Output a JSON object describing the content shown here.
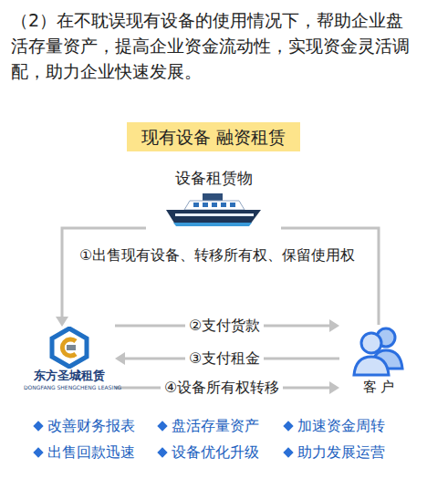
{
  "diagram": {
    "nodes": [
      {
        "text": [
          "现有设备 融资租赁"
        ]
      },
      {
        "text": [
          "设备租赁物"
        ]
      },
      {
        "text": [
          "东方圣城租赁",
          "DONGFANG SHENGCHENG LEASING"
        ]
      },
      {
        "text": [
          "客 户"
        ]
      }
    ],
    "edges": [
      {
        "from": 3,
        "to": 1,
        "arrow": "none"
      },
      {
        "from": 1,
        "to": 2,
        "label": "①出售现有设备、转移所有权、保留使用权",
        "arrow": "to"
      },
      {
        "from": 2,
        "to": 3,
        "label": "②支付货款",
        "arrow": "to"
      },
      {
        "from": 3,
        "to": 2,
        "label": "③支付租金",
        "arrow": "to"
      },
      {
        "from": 2,
        "to": 3,
        "label": "④设备所有权转移",
        "arrow": "to"
      }
    ],
    "labels": [
      "（2）在不耽误现有设备的使用情况下，帮助企业盘活存量资产，提高企业资金流动性，实现资金灵活调配，助力企业快速发展。",
      "改善财务报表",
      "盘活存量资产",
      "加速资金周转",
      "出售回款迅速",
      "设备优化升级",
      "助力发展运营"
    ]
  }
}
